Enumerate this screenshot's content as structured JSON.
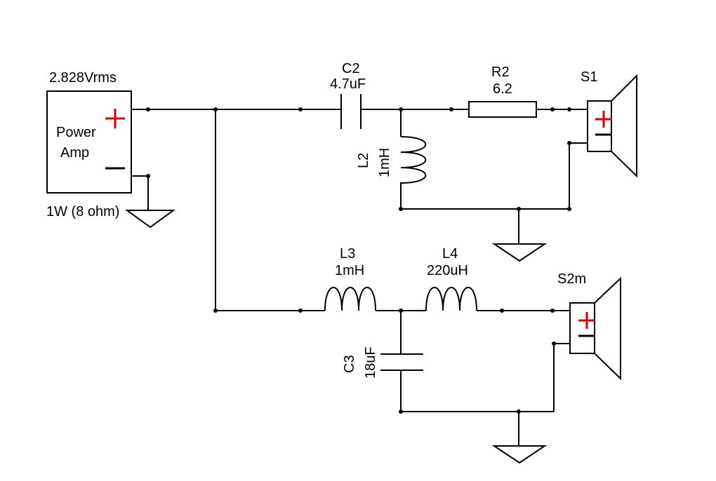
{
  "source": {
    "voltage": "2.828Vrms",
    "name_line1": "Power",
    "name_line2": "Amp",
    "rating": "1W (8 ohm)"
  },
  "components": {
    "c2": {
      "ref": "C2",
      "value": "4.7uF"
    },
    "r2": {
      "ref": "R2",
      "value": "6.2"
    },
    "l2": {
      "ref": "L2",
      "value": "1mH"
    },
    "l3": {
      "ref": "L3",
      "value": "1mH"
    },
    "l4": {
      "ref": "L4",
      "value": "220uH"
    },
    "c3": {
      "ref": "C3",
      "value": "18uF"
    },
    "s1": {
      "ref": "S1"
    },
    "s2": {
      "ref": "S2m"
    }
  },
  "colors": {
    "wire": "#000000",
    "plus_terminal": "#e00000"
  }
}
